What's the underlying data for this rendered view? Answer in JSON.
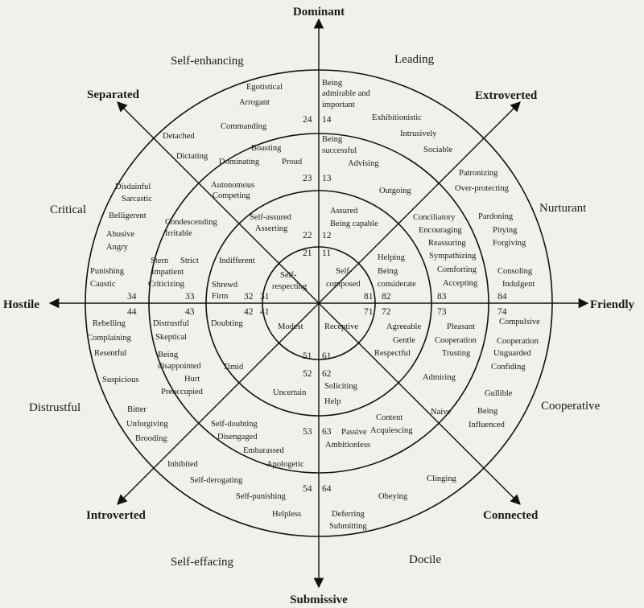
{
  "poles": {
    "dominant": "Dominant",
    "submissive": "Submissive",
    "hostile": "Hostile",
    "friendly": "Friendly",
    "separated": "Separated",
    "extroverted": "Extroverted",
    "introverted": "Introverted",
    "connected": "Connected"
  },
  "octants": {
    "self_enhancing": "Self-enhancing",
    "leading": "Leading",
    "critical": "Critical",
    "nurturant": "Nurturant",
    "distrustful": "Distrustful",
    "cooperative": "Cooperative",
    "self_effacing": "Self-effacing",
    "docile": "Docile"
  },
  "numbers": {
    "n24": "24",
    "n14": "14",
    "n23": "23",
    "n13": "13",
    "n22": "22",
    "n12": "12",
    "n21": "21",
    "n11": "11",
    "n34": "34",
    "n33": "33",
    "n32": "32",
    "n31": "31",
    "n44": "44",
    "n43": "43",
    "n42": "42",
    "n41": "41",
    "n81": "81",
    "n82": "82",
    "n83": "83",
    "n84": "84",
    "n71": "71",
    "n72": "72",
    "n73": "73",
    "n74": "74",
    "n51": "51",
    "n61": "61",
    "n52": "52",
    "n62": "62",
    "n53": "53",
    "n63": "63",
    "n54": "54",
    "n64": "64"
  },
  "words": {
    "egotistical": "Egotistical",
    "arrogant": "Arrogant",
    "being_admirable": "Being",
    "admirable": "admirable and",
    "important": "important",
    "exhibitionistic": "Exhibitionistic",
    "intrusively": "Intrusively",
    "sociable": "Sociable",
    "commanding": "Commanding",
    "detached": "Detached",
    "dictating": "Dictating",
    "boasting": "Boasting",
    "dominating": "Dominating",
    "proud": "Proud",
    "being_successful_1": "Being",
    "being_successful_2": "successful",
    "advising": "Advising",
    "patronizing": "Patronizing",
    "over_protecting": "Over-protecting",
    "disdainful": "Disdainful",
    "sarcastic": "Sarcastic",
    "belligerent": "Belligerent",
    "autonomous": "Autonomous",
    "competing": "Competing",
    "outgoing": "Outgoing",
    "abusive": "Abusive",
    "angry": "Angry",
    "condescending": "Condescending",
    "irritable": "Irritable",
    "self_assured": "Self-assured",
    "asserting": "Asserting",
    "assured": "Assured",
    "being_capable": "Being capable",
    "conciliatory": "Conciliatory",
    "encouraging": "Encouraging",
    "reassuring": "Reassuring",
    "sympathizing": "Sympathizing",
    "pardoning": "Pardoning",
    "pitying": "Pitying",
    "forgiving": "Forgiving",
    "comforting": "Comforting",
    "accepting": "Accepting",
    "punishing": "Punishing",
    "caustic": "Caustic",
    "stern": "Stern",
    "strict": "Strict",
    "impatient": "Impatient",
    "criticizing": "Criticizing",
    "indifferent": "Indifferent",
    "self": "Self-",
    "respecting": "respecting",
    "self2": "Self-",
    "composed": "composed",
    "helping": "Helping",
    "being_considerate_1": "Being",
    "being_considerate_2": "considerate",
    "consoling": "Consoling",
    "indulgent": "Indulgent",
    "shrewd": "Shrewd",
    "firm": "Firm",
    "rebelling": "Rebelling",
    "complaining": "Complaining",
    "resentful": "Resentful",
    "distrustful_word": "Distrustful",
    "skeptical": "Skeptical",
    "doubting": "Doubting",
    "modest": "Modest",
    "receptive": "Receptive",
    "agreeable": "Agreeable",
    "gentle": "Gentle",
    "respectful": "Respectful",
    "pleasant": "Pleasant",
    "cooperation": "Cooperation",
    "trusting": "Trusting",
    "compulsive": "Compulsive",
    "cooperation2": "Cooperation",
    "unguarded": "Unguarded",
    "confiding": "Confiding",
    "being_disappointed_1": "Being",
    "being_disappointed_2": "disappointed",
    "hurt": "Hurt",
    "preoccupied": "Preoccupied",
    "timid": "Timid",
    "suspicious": "Suspicious",
    "uncertain": "Uncertain",
    "soliciting": "Soliciting",
    "help": "Help",
    "admiring": "Admiring",
    "gullible": "Gullible",
    "being_influenced_1": "Being",
    "being_influenced_2": "Influenced",
    "naive": "Naive",
    "bitter": "Bitter",
    "unforgiving": "Unforgiving",
    "brooding": "Brooding",
    "self_doubting": "Self-doubting",
    "disengaged": "Disengaged",
    "embarassed": "Embarassed",
    "apologetic": "Apologetic",
    "passive": "Passive",
    "ambitionless": "Ambitionless",
    "content": "Content",
    "acquiescing": "Acquiescing",
    "inhibited": "Inhibited",
    "self_derogating": "Self-derogating",
    "self_punishing": "Self-punishing",
    "helpless": "Helpless",
    "clinging": "Clinging",
    "obeying": "Obeying",
    "deferring": "Deferring",
    "submitting": "Submitting"
  }
}
